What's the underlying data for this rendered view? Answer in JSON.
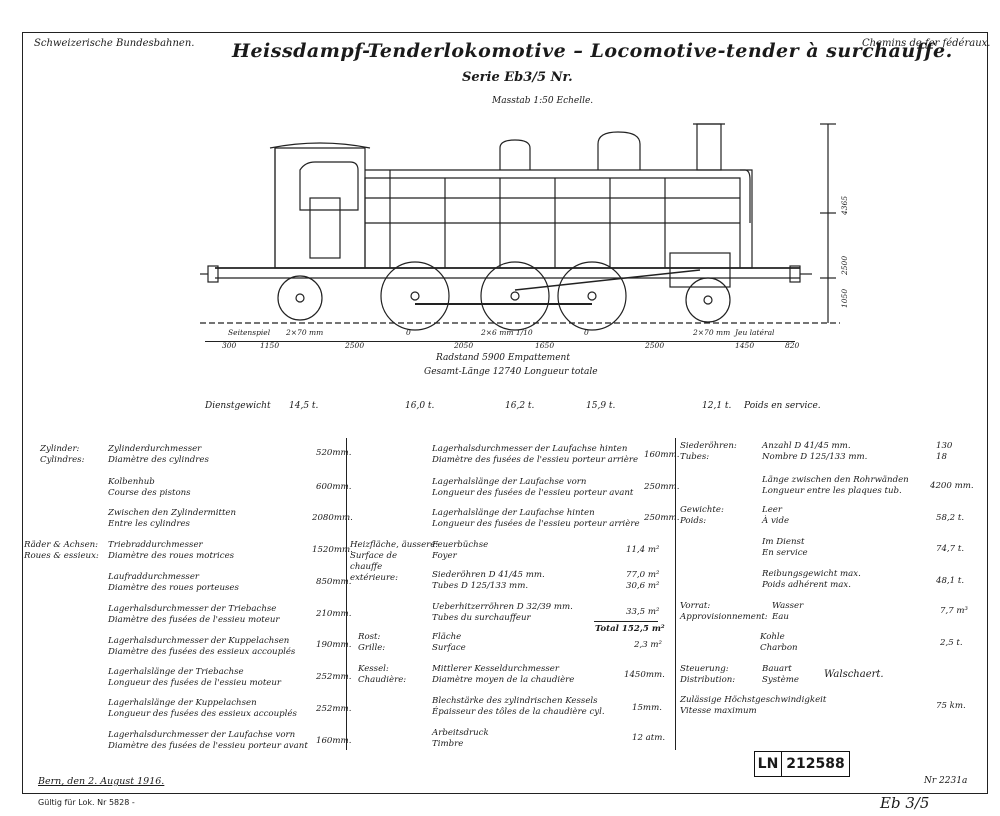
{
  "header": {
    "left": "Schweizerische Bundesbahnen.",
    "right": "Chemins de fer fédéraux.",
    "title": "Heissdampf-Tenderlokomotive – Locomotive-tender à surchauffe.",
    "series": "Serie Eb3/5 Nr.",
    "scale": "Masstab 1:50 Echelle."
  },
  "drawing": {
    "dim_height_total": "4365",
    "dim_height_boiler": "2500",
    "dim_height_axle": "1050",
    "spacing_labels": {
      "spiel": "Seitenspiel",
      "jeu": "Jeu latéral",
      "l1": "2×70 mm",
      "l2": "0",
      "l3": "2×6 mm 1/10",
      "l4": "0",
      "l5": "2×70 mm"
    },
    "spacing_values": [
      "300",
      "1150",
      "2500",
      "2050",
      "1650",
      "2500",
      "1450",
      "820"
    ],
    "radstand": "Radstand 5900 Empattement",
    "gesamt": "Gesamt-Länge 12740 Longueur totale"
  },
  "weights": {
    "label_de": "Dienstgewicht",
    "label_fr": "Poids en service.",
    "values": [
      "14,5 t.",
      "16,0 t.",
      "16,2 t.",
      "15,9 t.",
      "12,1 t."
    ]
  },
  "col1": [
    {
      "group": "Zylinder:",
      "group_fr": "Cylindres:",
      "de": "Zylinderdurchmesser",
      "fr": "Diamètre des cylindres",
      "value": "520mm."
    },
    {
      "de": "Kolbenhub",
      "fr": "Course des pistons",
      "value": "600mm."
    },
    {
      "de": "Zwischen den Zylindermitten",
      "fr": "Entre les cylindres",
      "value": "2080mm."
    },
    {
      "group": "Räder & Achsen:",
      "group_fr": "Roues & essieux:",
      "de": "Triebraddurchmesser",
      "fr": "Diamètre des roues motrices",
      "value": "1520mm."
    },
    {
      "de": "Laufraddurchmesser",
      "fr": "Diamètre des roues porteuses",
      "value": "850mm."
    },
    {
      "de": "Lagerhalsdurchmesser der Triebachse",
      "fr": "Diamètre des fusées de l'essieu moteur",
      "value": "210mm."
    },
    {
      "de": "Lagerhalsdurchmesser der Kuppelachsen",
      "fr": "Diamètre des fusées des essieux accouplés",
      "value": "190mm."
    },
    {
      "de": "Lagerhalslänge der Triebachse",
      "fr": "Longueur des fusées de l'essieu moteur",
      "value": "252mm."
    },
    {
      "de": "Lagerhalslänge der Kuppelachsen",
      "fr": "Longueur des fusées des essieux accouplés",
      "value": "252mm."
    },
    {
      "de": "Lagerhalsdurchmesser der Laufachse vorn",
      "fr": "Diamètre des fusées de l'essieu porteur avant",
      "value": "160mm."
    }
  ],
  "col2": [
    {
      "de": "Lagerhalsdurchmesser der Laufachse hinten",
      "fr": "Diamètre des fusées de l'essieu porteur arrière",
      "value": "160mm."
    },
    {
      "de": "Lagerhalslänge der Laufachse vorn",
      "fr": "Longueur des fusées de l'essieu porteur avant",
      "value": "250mm."
    },
    {
      "de": "Lagerhalslänge der Laufachse hinten",
      "fr": "Longueur des fusées de l'essieu porteur arrière",
      "value": "250mm."
    },
    {
      "group": "Heizfläche, äussere:",
      "group_fr": "Surface de chauffe extérieure:",
      "de": "Feuerbüchse",
      "fr": "Foyer",
      "value": "11,4 m²"
    },
    {
      "de": "Siederöhren D 41/45 mm.",
      "fr": "Tubes D 125/133 mm.",
      "value": "77,0 m²",
      "value2": "30,6 m²"
    },
    {
      "de": "Ueberhitzerröhren D 32/39 mm.",
      "fr": "Tubes du surchauffeur",
      "value": "33,5 m²",
      "total": "Total 152,5 m²"
    },
    {
      "group": "Rost:",
      "group_fr": "Grille:",
      "de": "Fläche",
      "fr": "Surface",
      "value": "2,3 m²"
    },
    {
      "group": "Kessel:",
      "group_fr": "Chaudière:",
      "de": "Mittlerer Kesseldurchmesser",
      "fr": "Diamètre moyen de la chaudière",
      "value": "1450mm."
    },
    {
      "de": "Blechstärke des zylindrischen Kessels",
      "fr": "Épaisseur des tôles de la chaudière cyl.",
      "value": "15mm."
    },
    {
      "de": "Arbeitsdruck",
      "fr": "Timbre",
      "value": "12 atm."
    }
  ],
  "col3": [
    {
      "group": "Siederöhren:",
      "group_fr": "Tubes:",
      "de": "Anzahl D 41/45 mm.",
      "fr": "Nombre D 125/133 mm.",
      "value": "130",
      "value2": "18"
    },
    {
      "de": "Länge zwischen den Rohrwänden",
      "fr": "Longueur entre les plaques tub.",
      "value": "4200 mm."
    },
    {
      "group": "Gewichte:",
      "group_fr": "Poids:",
      "de": "Leer",
      "fr": "À vide",
      "value": "58,2 t."
    },
    {
      "de": "Im Dienst",
      "fr": "En service",
      "value": "74,7 t."
    },
    {
      "de": "Reibungsgewicht max.",
      "fr": "Poids adhérent max.",
      "value": "48,1 t."
    },
    {
      "group": "Vorrat:",
      "group_fr": "Approvisionnement:",
      "de": "Wasser",
      "fr": "Eau",
      "value": "7,7 m³"
    },
    {
      "de": "Kohle",
      "fr": "Charbon",
      "value": "2,5 t."
    },
    {
      "group": "Steuerung:",
      "group_fr": "Distribution:",
      "de": "Bauart",
      "fr": "Système",
      "value": "Walschaert."
    },
    {
      "de": "Zulässige Höchstgeschwindigkeit",
      "fr": "Vitesse maximum",
      "value": "75 km."
    }
  ],
  "footer": {
    "date": "Bern, den 2. August 1916.",
    "valid": "Gültig für Lok. Nr 5828 -",
    "stamp_ln": "LN",
    "stamp_num": "212588",
    "sheet": "Nr 2231a",
    "handwritten": "Eb 3/5"
  }
}
